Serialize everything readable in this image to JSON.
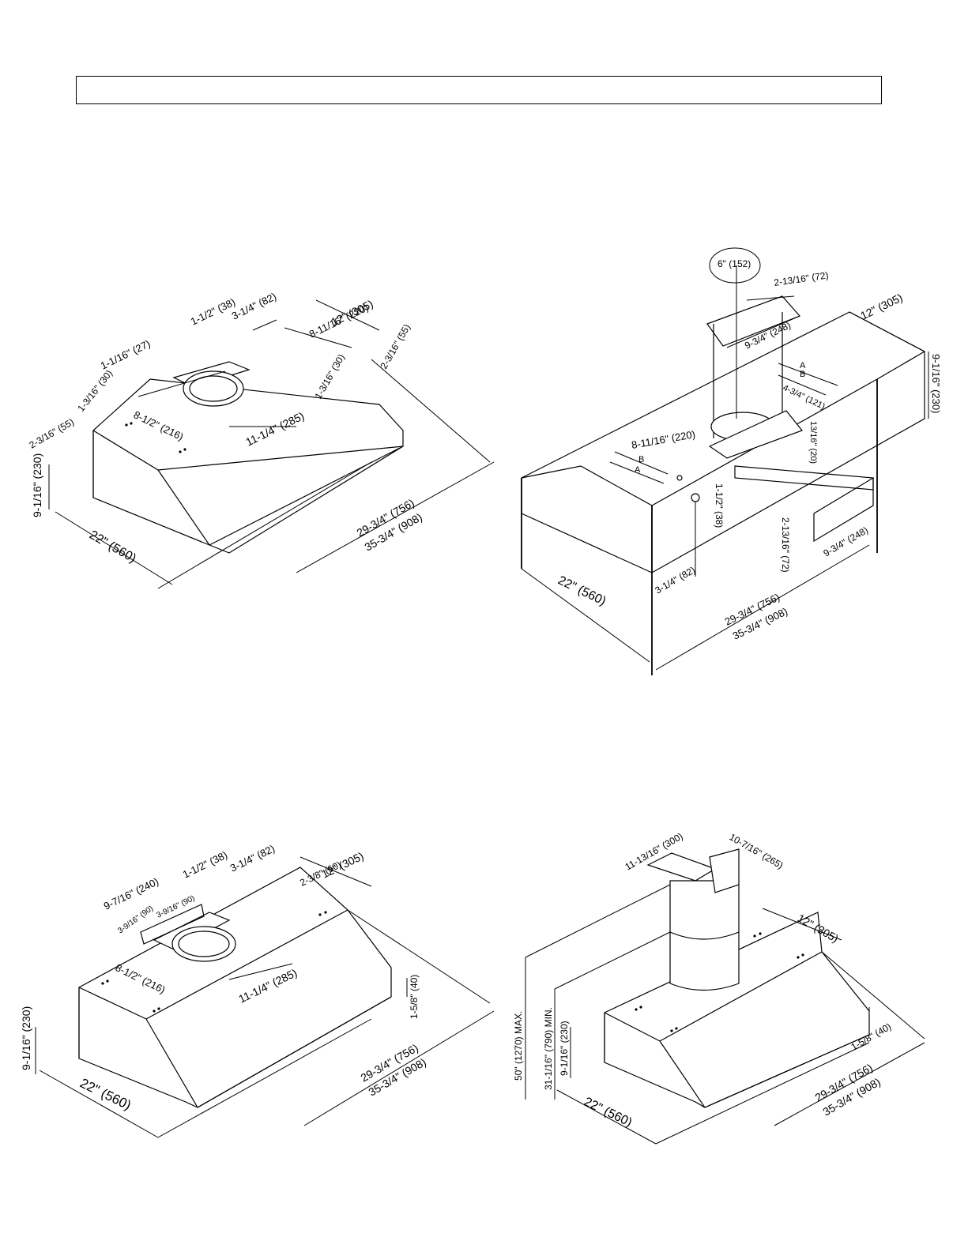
{
  "header": {
    "title": ""
  },
  "drawings": [
    {
      "dims": {
        "d_3_1_4": "3-1/4\" (82)",
        "d_12": "12\" (305)",
        "d_1_1_2": "1-1/2\" (38)",
        "d_8_11_16": "8-11/16\" (220)",
        "d_2_3_16_r": "2-3/16\" (55)",
        "d_1_3_16_r": "1-3/16\" (30)",
        "d_1_1_16": "1-1/16\" (27)",
        "d_1_3_16_l": "1-3/16\" (30)",
        "d_2_3_16_l": "2-3/16\" (55)",
        "d_8_1_2": "8-1/2\" (216)",
        "d_11_1_4": "11-1/4\" (285)",
        "d_9_1_16": "9-1/16\" (230)",
        "d_22": "22\" (560)",
        "d_29_3_4": "29-3/4\" (756)",
        "d_35_3_4": "35-3/4\" (908)"
      }
    },
    {
      "dims": {
        "d_6": "6\" (152)",
        "d_2_13_16_t": "2-13/16\" (72)",
        "d_12": "12\" (305)",
        "d_9_3_4_t": "9-3/4\" (248)",
        "d_9_1_16": "9-1/16\" (230)",
        "lbl_A1": "A",
        "lbl_B1": "B",
        "d_4_3_4": "4-3/4\" (121)",
        "d_13_16": "13/16\" (20)",
        "d_8_11_16": "8-11/16\" (220)",
        "lbl_B2": "B",
        "lbl_A2": "A",
        "d_1_1_2": "1-1/2\" (38)",
        "d_2_13_16_b": "2-13/16\" (72)",
        "d_9_3_4_b": "9-3/4\" (248)",
        "d_3_1_4": "3-1/4\" (82)",
        "d_22": "22\" (560)",
        "d_29_3_4": "29-3/4\" (756)",
        "d_35_3_4": "35-3/4\" (908)"
      }
    },
    {
      "dims": {
        "d_3_1_4": "3-1/4\" (82)",
        "d_12": "12\" (305)",
        "d_1_1_2": "1-1/2\" (38)",
        "d_2_3_8": "2-3/8\" (60)",
        "d_9_7_16": "9-7/16\" (240)",
        "d_3_9_16_a": "3-9/16\" (90)",
        "d_3_9_16_b": "3-9/16\" (90)",
        "d_8_1_2": "8-1/2\" (216)",
        "d_11_1_4": "11-1/4\" (285)",
        "d_1_5_8": "1-5/8\" (40)",
        "d_9_1_16": "9-1/16\" (230)",
        "d_22": "22\" (560)",
        "d_29_3_4": "29-3/4\" (756)",
        "d_35_3_4": "35-3/4\" (908)"
      }
    },
    {
      "dims": {
        "d_11_13_16": "11-13/16\" (300)",
        "d_10_7_16": "10-7/16\" (265)",
        "d_12": "12\" (305)",
        "d_50": "50\" (1270) MAX.",
        "d_31_1_16": "31-1/16\" (790) MIN.",
        "d_9_1_16": "9-1/16\" (230)",
        "d_1_5_8": "1-5/8\" (40)",
        "d_22": "22\" (560)",
        "d_29_3_4": "29-3/4\" (756)",
        "d_35_3_4": "35-3/4\" (908)"
      }
    }
  ]
}
